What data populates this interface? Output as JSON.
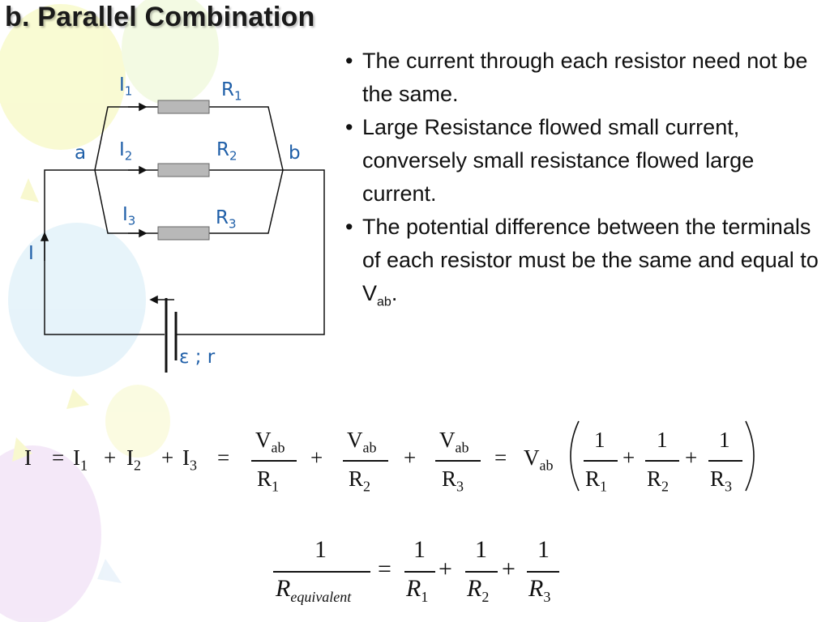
{
  "slide": {
    "title": "b. Parallel Combination",
    "bullets": [
      {
        "bullet": "•",
        "text": "The current through each resistor need not be the same."
      },
      {
        "bullet": "•",
        "text": "Large Resistance flowed small current, conversely small resistance flowed large current."
      },
      {
        "bullet": "•",
        "text": "The potential difference between the terminals of each resistor must be the same and equal to V",
        "sub": "ab",
        "tail": "."
      }
    ]
  },
  "circuit": {
    "label_color": "#1f5fa8",
    "resistor_color": "#b8b8b8",
    "node_a": "a",
    "node_b": "b",
    "total_current": "I",
    "branches": [
      {
        "current": "I",
        "current_sub": "1",
        "resistor": "R",
        "resistor_sub": "1"
      },
      {
        "current": "I",
        "current_sub": "2",
        "resistor": "R",
        "resistor_sub": "2"
      },
      {
        "current": "I",
        "current_sub": "3",
        "resistor": "R",
        "resistor_sub": "3"
      }
    ],
    "battery": "ε ; r"
  },
  "equation1": {
    "I": "I",
    "eq": "=",
    "plus": "+",
    "I1": "I",
    "s1": "1",
    "I2": "I",
    "s2": "2",
    "I3": "I",
    "s3": "3",
    "V": "V",
    "ab": "ab",
    "R": "R",
    "one": "1",
    "r1": "1",
    "r2": "2",
    "r3": "3"
  },
  "equation2": {
    "one": "1",
    "R": "R",
    "equiv_sub": "equivalent",
    "eq": "=",
    "plus": "+",
    "s1": "1",
    "s2": "2",
    "s3": "3"
  }
}
